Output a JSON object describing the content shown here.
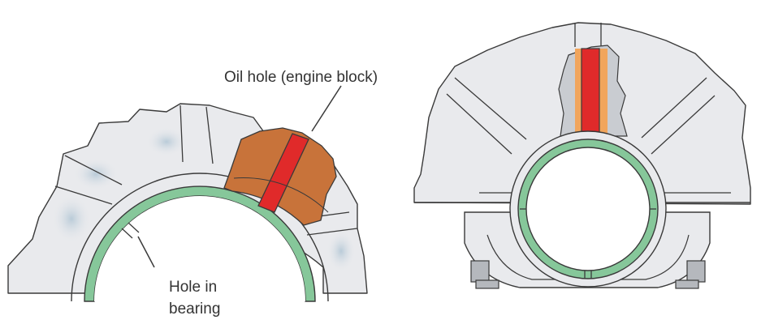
{
  "labels": {
    "oil_hole": "Oil hole (engine block)",
    "hole_in_bearing_line1": "Hole in",
    "hole_in_bearing_line2": "bearing"
  },
  "colors": {
    "block_fill": "#e9eaed",
    "block_shade": "#c9d6e0",
    "outline": "#3a3a3a",
    "bearing_green": "#86c79a",
    "cutaway_brown": "#c8733a",
    "oil_channel_red": "#e02a2a",
    "bore_white": "#ffffff",
    "bolt_grey": "#b5b8bd",
    "cutaway_orange": "#f1a55c"
  }
}
